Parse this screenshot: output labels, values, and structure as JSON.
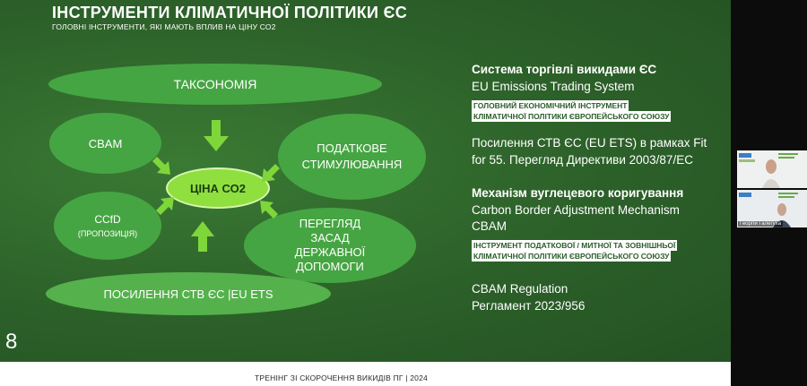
{
  "slide": {
    "title": "ІНСТРУМЕНТИ КЛІМАТИЧНОЇ ПОЛІТИКИ ЄС",
    "subtitle": "ГОЛОВНІ ІНСТРУМЕНТИ, ЯКІ МАЮТЬ ВПЛИВ НА ЦІНУ СО2",
    "page_number": "8",
    "diagram": {
      "center": "ЦІНА СО2",
      "taxonomy": "ТАКСОНОМІЯ",
      "cbam": "CBAM",
      "ccfd": "CCfD",
      "ccfd_note": "(ПРОПОЗИЦІЯ)",
      "tax": "ПОДАТКОВЕ СТИМУЛЮВАННЯ",
      "aid": "ПЕРЕГЛЯД ЗАСАД ДЕРЖАВНОЇ ДОПОМОГИ",
      "ets": "ПОСИЛЕННЯ СТВ ЄС |EU ETS"
    },
    "right": {
      "ets_heading": "Система торгівлі викидами ЄС",
      "ets_english": "EU Emissions Trading System",
      "ets_tag_line1": "ГОЛОВНИЙ ЕКОНОМІЧНИЙ ІНСТРУМЕНТ",
      "ets_tag_line2": "КЛІМАТИЧНОЇ ПОЛІТИКИ ЄВРОПЕЙСЬКОГО СОЮЗУ",
      "ets_line1": "Посилення СТВ ЄС (EU ETS) в рамках Fit",
      "ets_line2": "for 55. Перегляд Директиви 2003/87/ЕС",
      "cbam_heading": "Механізм вуглецевого коригування",
      "cbam_english": "Carbon Border Adjustment Mechanism",
      "cbam_abbr": "CBAM",
      "cbam_tag_line1": "ІНСТРУМЕНТ ПОДАТКОВОЇ / МИТНОЇ ТА ЗОВНІШНЬОЇ",
      "cbam_tag_line2": "КЛІМАТИЧНОЇ ПОЛІТИКИ ЄВРОПЕЙСЬКОГО СОЮЗУ",
      "regulation_line1": "CBAM Regulation",
      "regulation_line2": "Регламент 2023/956"
    }
  },
  "footer": {
    "text": "ТРЕНІНГ ЗІ СКОРОЧЕННЯ ВИКИДІВ ПГ | 2024"
  },
  "participants": {
    "speaker_name": "Георгій Галегуха"
  },
  "colors": {
    "slide_bg": "#2b5e2a",
    "blob": "#46a543",
    "center": "#8fe03e",
    "arrow": "#7fd63a"
  }
}
